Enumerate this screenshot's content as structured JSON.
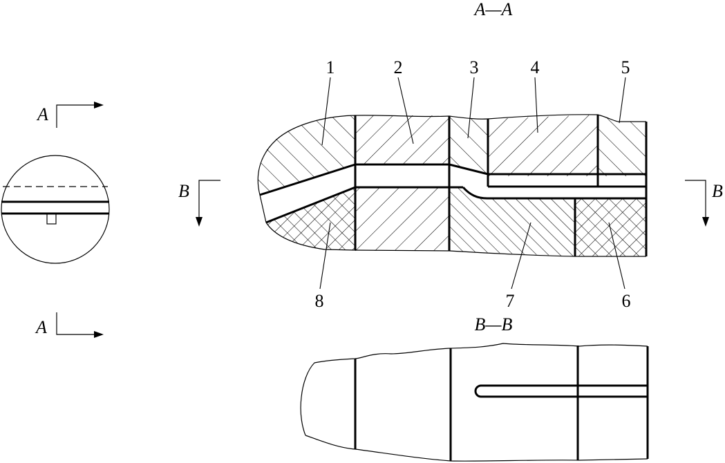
{
  "section_titles": {
    "aa": "A—A",
    "bb": "B—B"
  },
  "cut_marks": {
    "a": "A",
    "b": "B"
  },
  "part_numbers": {
    "p1": "1",
    "p2": "2",
    "p3": "3",
    "p4": "4",
    "p5": "5",
    "p6": "6",
    "p7": "7",
    "p8": "8"
  },
  "colors": {
    "line": "#000000",
    "background": "#ffffff"
  }
}
